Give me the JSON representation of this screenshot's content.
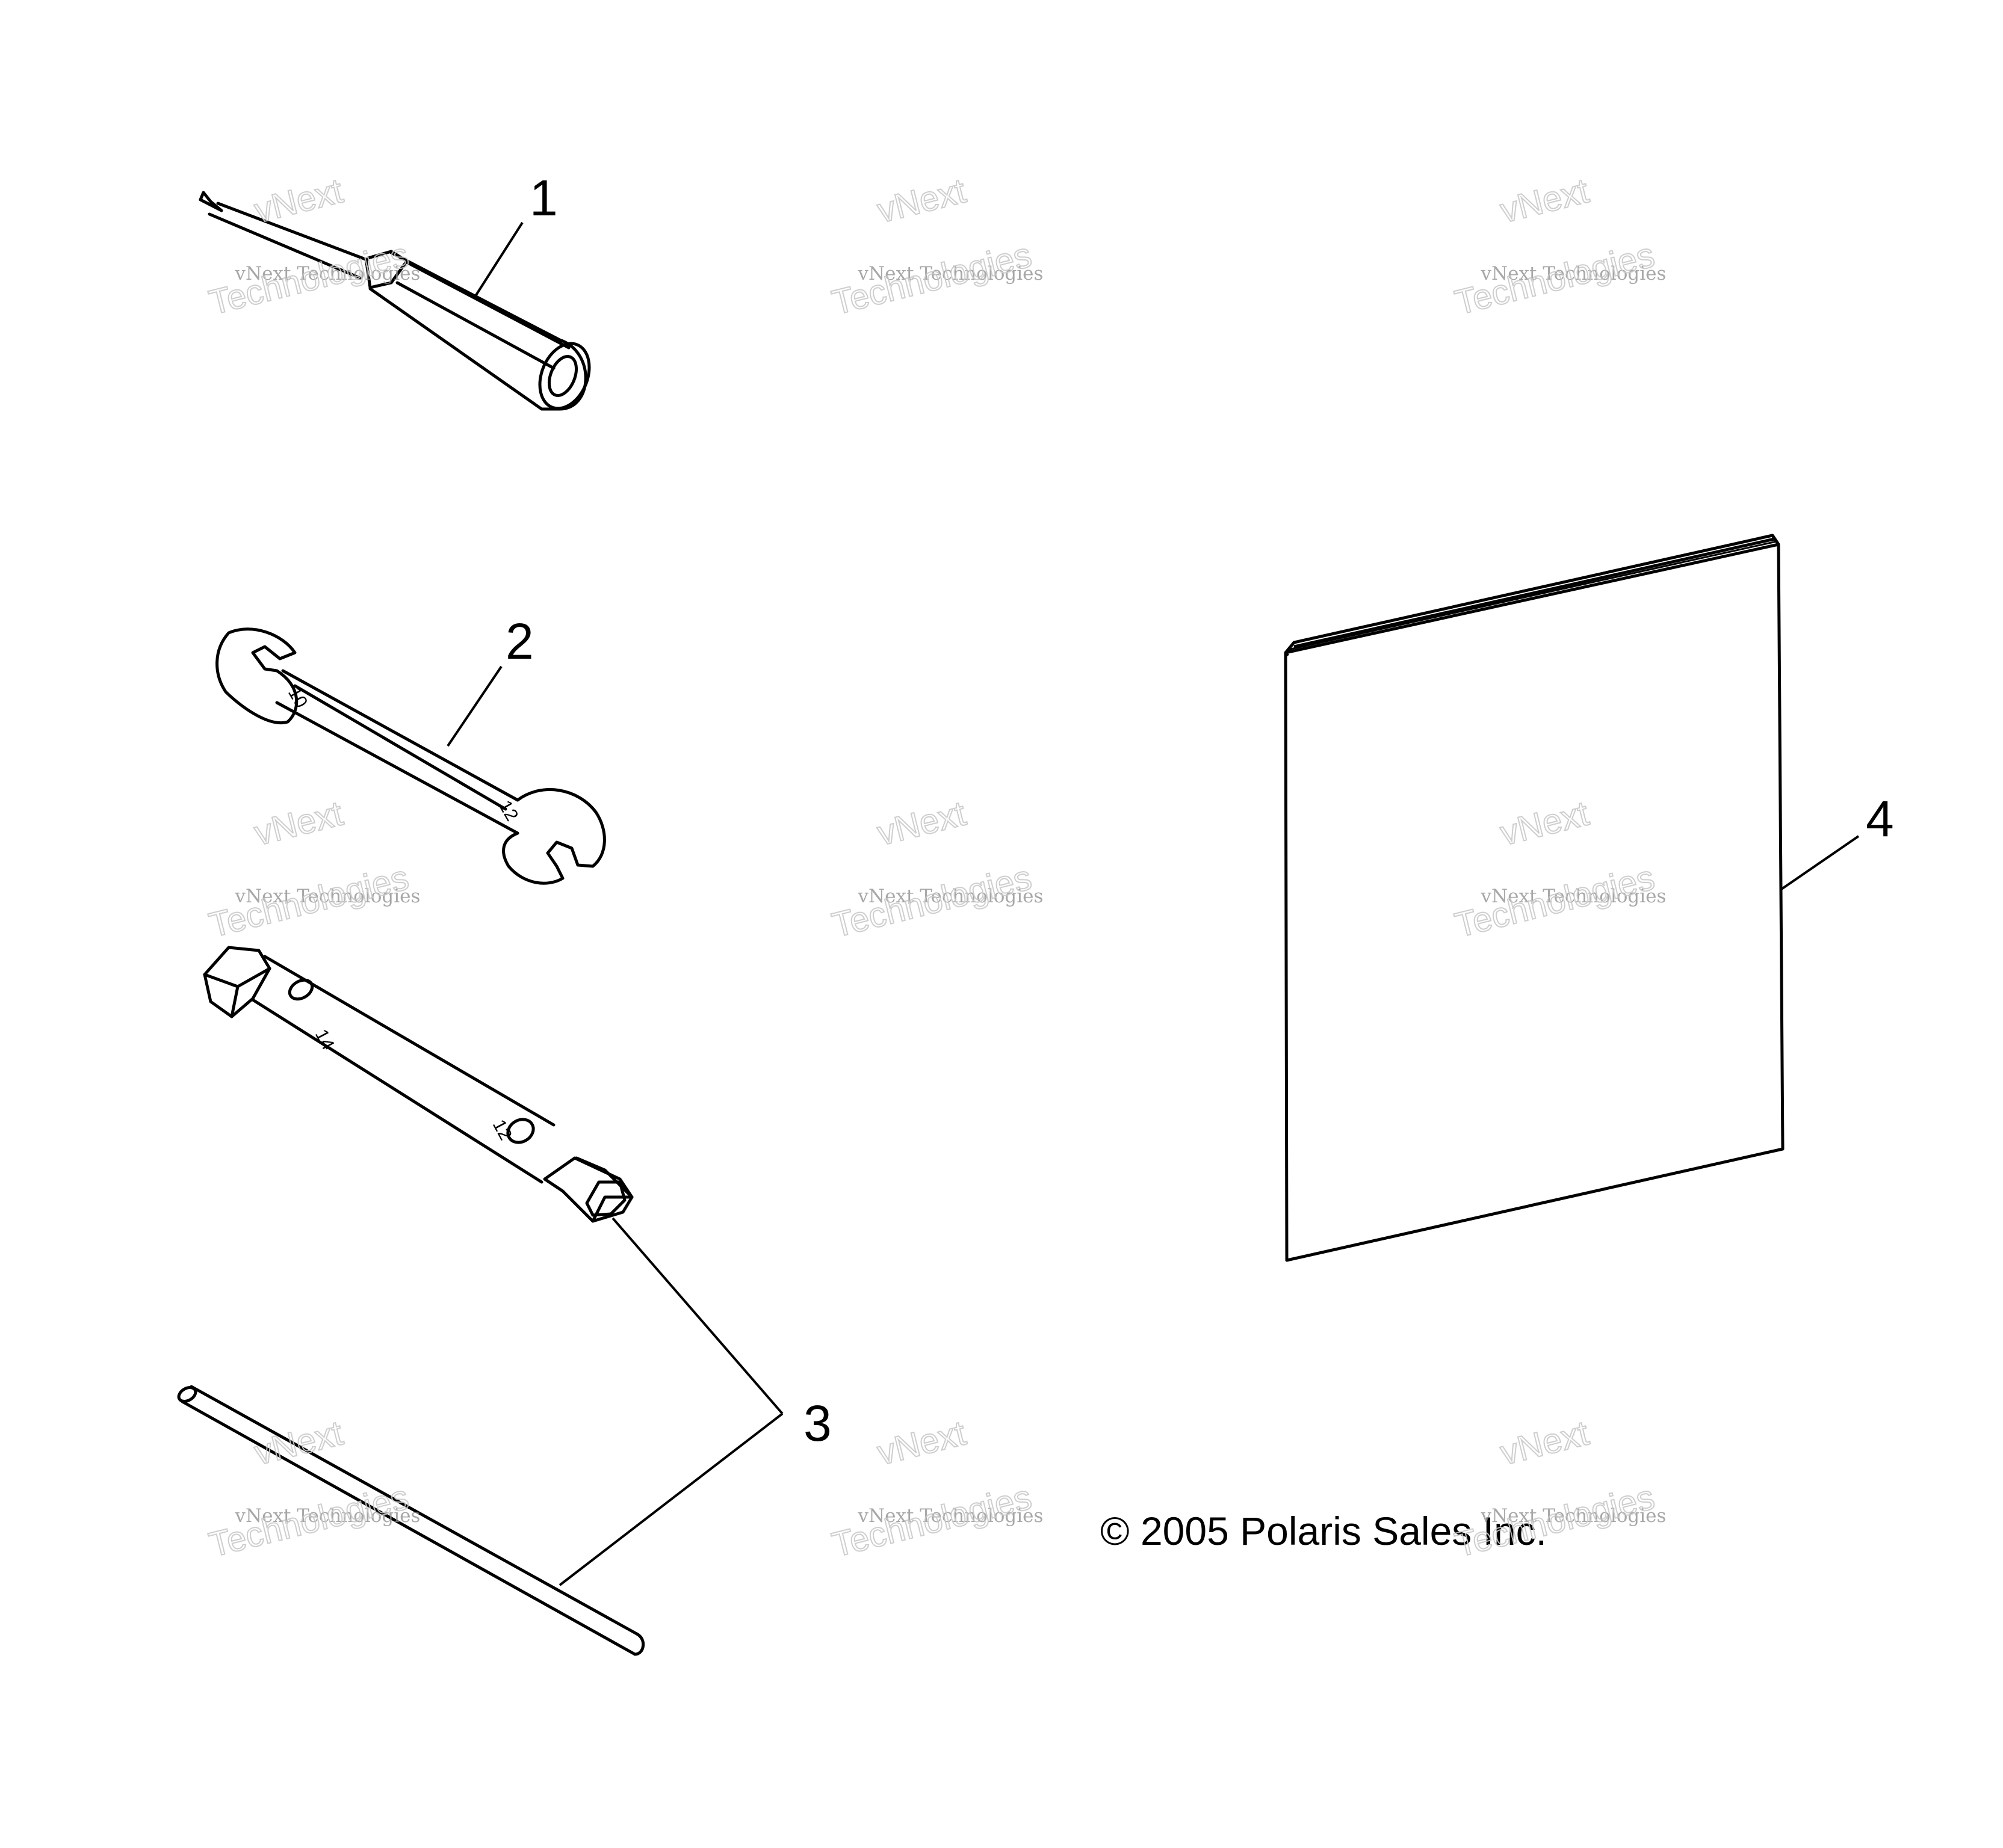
{
  "diagram": {
    "callouts": {
      "item_1": "1",
      "item_2": "2",
      "item_3": "3",
      "item_4": "4"
    },
    "copyright": "© 2005 Polaris Sales Inc.",
    "wrench_sizes": {
      "open_end_a": "10",
      "open_end_b": "12",
      "tube_a": "14",
      "tube_b": "12"
    },
    "watermark": {
      "line_small": "vNext Technologies",
      "line_large_1": "vNext",
      "line_large_2": "Technologies"
    },
    "colors": {
      "ink": "#000000",
      "background": "#ffffff",
      "watermark": "#8a8a8a"
    }
  }
}
